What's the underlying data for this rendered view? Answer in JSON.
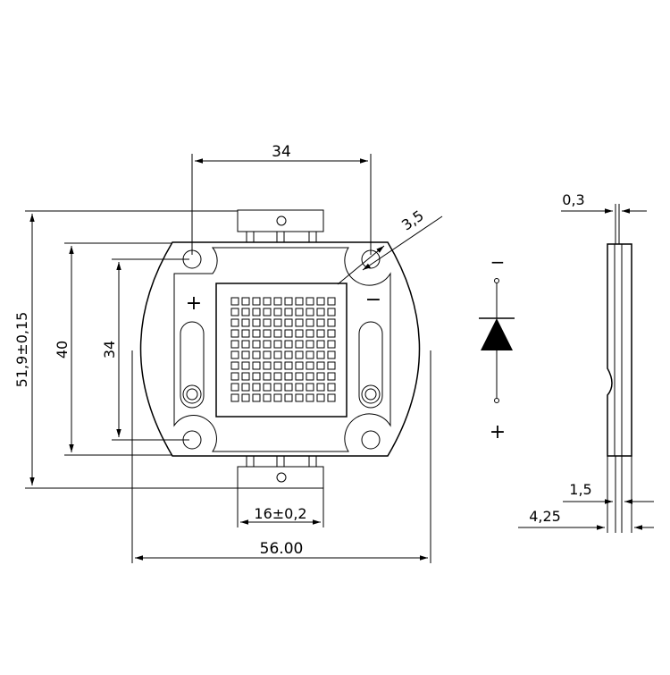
{
  "dimensions": {
    "top_width": "34",
    "total_height": "51,9±0,15",
    "height_40": "40",
    "height_34": "34",
    "hole_diameter": "3,5",
    "tab_width": "16±0,2",
    "total_width": "56.00",
    "pin_thickness": "0,3",
    "base_thickness": "1,5",
    "total_thickness": "4,25"
  },
  "labels": {
    "plus": "+",
    "minus": "−",
    "schematic_minus": "−",
    "schematic_plus": "+"
  }
}
